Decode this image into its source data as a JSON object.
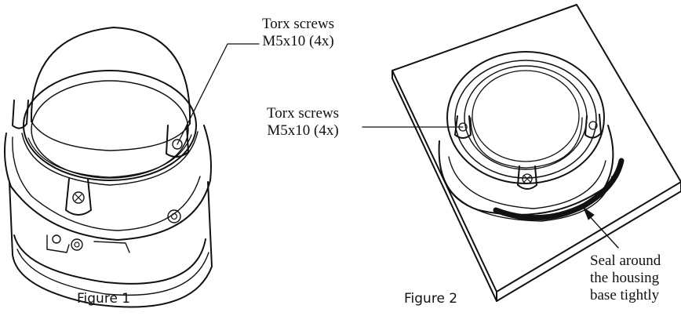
{
  "figure1": {
    "callout": {
      "line1": "Torx screws",
      "line2": "M5x10 (4x)"
    },
    "caption": "Figure 1"
  },
  "figure2": {
    "callout": {
      "line1": "Torx screws",
      "line2": "M5x10 (4x)"
    },
    "seal_note": {
      "line1": "Seal around",
      "line2": "the housing",
      "line3": "base tightly"
    },
    "caption": "Figure 2"
  }
}
